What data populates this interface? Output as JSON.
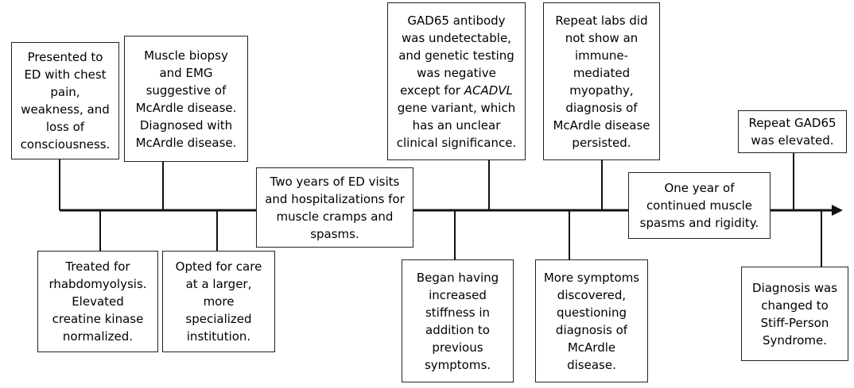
{
  "timeline": {
    "above": [
      {
        "id": "ed-presentation",
        "text": "Presented to\nED with chest\npain,\nweakness, and\nloss of\nconsciousness."
      },
      {
        "id": "biopsy-emg",
        "text": "Muscle biopsy\nand EMG\nsuggestive of\nMcArdle disease.\nDiagnosed with\nMcArdle disease."
      },
      {
        "id": "gad65-genetic",
        "text_pre": "GAD65 antibody\nwas undetectable,\nand genetic testing\nwas negative\nexcept for ",
        "text_gene": "ACADVL",
        "text_post": "\ngene variant, which\nhas an unclear\nclinical significance."
      },
      {
        "id": "repeat-labs",
        "text": "Repeat labs did\nnot show an\nimmune-\nmediated\nmyopathy,\ndiagnosis of\nMcArdle disease\npersisted."
      },
      {
        "id": "repeat-gad65",
        "text": "Repeat GAD65\nwas elevated."
      }
    ],
    "periods": [
      {
        "id": "two-years",
        "text": "Two years of ED visits\nand hospitalizations for\nmuscle cramps and\nspasms."
      },
      {
        "id": "one-year",
        "text": "One year of\ncontinued muscle\nspasms and rigidity."
      }
    ],
    "below": [
      {
        "id": "rhabdo",
        "text": "Treated for\nrhabdomyolysis.\nElevated\ncreatine kinase\nnormalized."
      },
      {
        "id": "larger-institution",
        "text": "Opted for care\nat a larger,\nmore\nspecialized\ninstitution."
      },
      {
        "id": "stiffness",
        "text": "Began having\nincreased\nstiffness in\naddition to\nprevious\nsymptoms."
      },
      {
        "id": "more-symptoms",
        "text": "More symptoms\ndiscovered,\nquestioning\ndiagnosis of\nMcArdle\ndisease."
      },
      {
        "id": "stiff-person",
        "text": "Diagnosis was\nchanged to\nStiff-Person\nSyndrome."
      }
    ]
  }
}
